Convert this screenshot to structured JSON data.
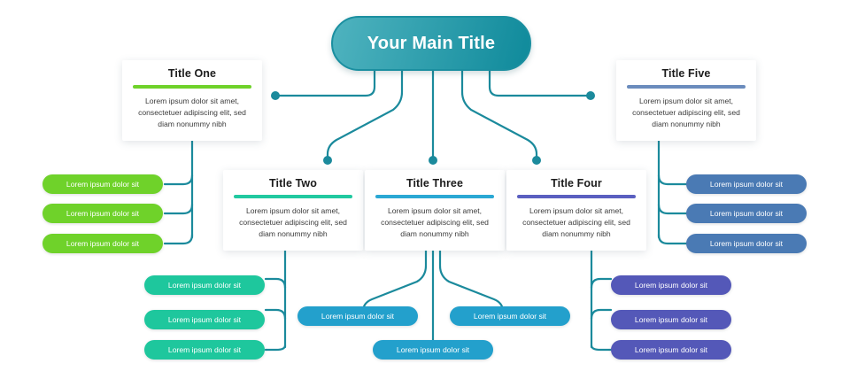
{
  "diagram": {
    "type": "hierarchy-mindmap",
    "background": "#ffffff",
    "connector_color": "#1b8a9c",
    "main": {
      "label": "Your Main Title",
      "color_start": "#4fb3bf",
      "color_end": "#0f8a9b"
    },
    "branches": [
      {
        "id": "one",
        "title": "Title One",
        "accent": "#6fd22a",
        "body": "Lorem ipsum dolor sit amet, consectetuer adipiscing elit, sed diam nonummy nibh",
        "pill_color": "#6fd22a",
        "pills": [
          "Lorem ipsum dolor sit",
          "Lorem ipsum dolor sit",
          "Lorem ipsum dolor sit"
        ]
      },
      {
        "id": "two",
        "title": "Title Two",
        "accent": "#21c9a0",
        "body": "Lorem ipsum dolor sit amet, consectetuer adipiscing elit, sed diam nonummy nibh",
        "pill_color": "#1ec79d",
        "pills": [
          "Lorem ipsum dolor sit",
          "Lorem ipsum dolor sit",
          "Lorem ipsum dolor sit"
        ]
      },
      {
        "id": "three",
        "title": "Title Three",
        "accent": "#2aa8d4",
        "body": "Lorem ipsum dolor sit amet, consectetuer adipiscing elit, sed diam nonummy nibh",
        "pill_color": "#23a0cc",
        "pills": [
          "Lorem ipsum dolor sit",
          "Lorem ipsum dolor sit",
          "Lorem ipsum dolor sit"
        ]
      },
      {
        "id": "four",
        "title": "Title Four",
        "accent": "#5a5fc0",
        "body": "Lorem ipsum dolor sit amet, consectetuer adipiscing elit, sed diam nonummy nibh",
        "pill_color": "#5458b8",
        "pills": [
          "Lorem ipsum dolor sit",
          "Lorem ipsum dolor sit",
          "Lorem ipsum dolor sit"
        ]
      },
      {
        "id": "five",
        "title": "Title Five",
        "accent": "#6b8cbd",
        "body": "Lorem ipsum dolor sit amet, consectetuer adipiscing elit, sed diam nonummy nibh",
        "pill_color": "#4a7ab4",
        "pills": [
          "Lorem ipsum dolor sit",
          "Lorem ipsum dolor sit",
          "Lorem ipsum dolor sit"
        ]
      }
    ]
  }
}
